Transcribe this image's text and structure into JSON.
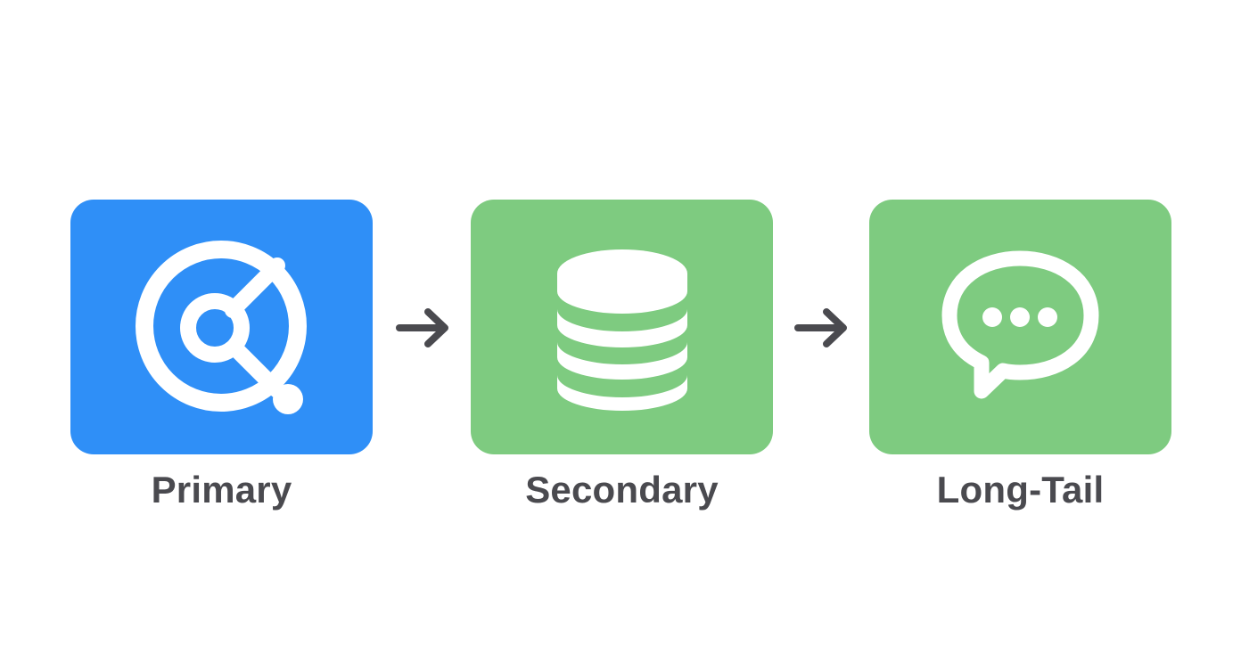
{
  "colors": {
    "primary_tile": "#2f8ff7",
    "secondary_tile": "#7ecb80",
    "long_tail_tile": "#7ecb80",
    "icon": "#ffffff",
    "arrow": "#4a4a4f",
    "label_text": "#4a4a4f"
  },
  "steps": [
    {
      "label": "Primary",
      "icon": "target-search-icon"
    },
    {
      "label": "Secondary",
      "icon": "database-icon"
    },
    {
      "label": "Long-Tail",
      "icon": "chat-bubble-icon"
    }
  ],
  "connectors": [
    {
      "icon": "arrow-right-icon"
    },
    {
      "icon": "arrow-right-icon"
    }
  ]
}
